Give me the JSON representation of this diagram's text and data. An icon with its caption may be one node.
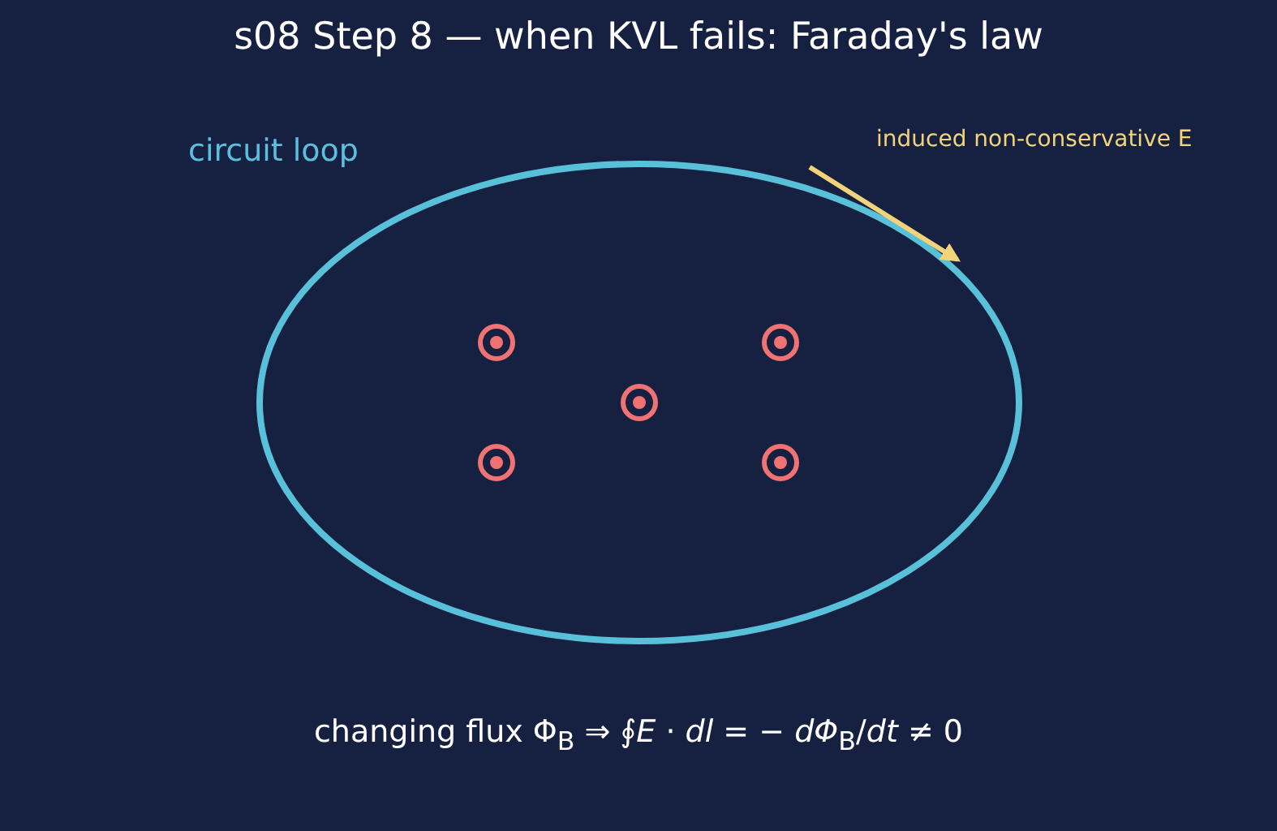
{
  "diagram": {
    "title": "s08  Step 8  —  when KVL fails: Faraday's law",
    "labels": [
      "circuit loop",
      "induced non-conservative E",
      "changing flux Φ$_{B}$  ⇒  ∮*E* · *dl* = − *dΦ*$_{B}$/*dt* ≠ 0"
    ]
  }
}
